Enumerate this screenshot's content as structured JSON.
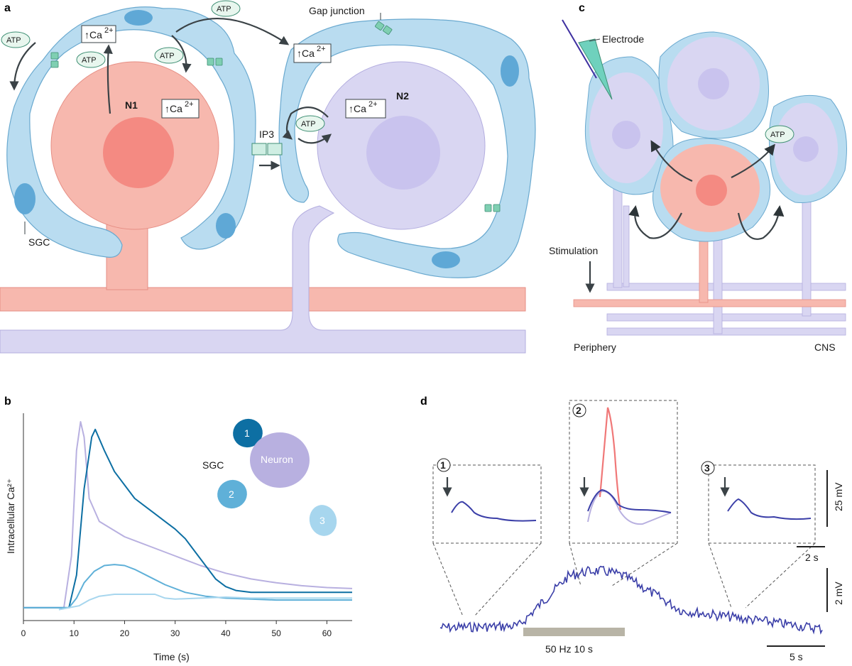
{
  "colors": {
    "sgc_fill": "#b9dcf0",
    "sgc_stroke": "#6aa9cf",
    "sgc_nucleus": "#5fa8d6",
    "neuron1_fill": "#f7b8ae",
    "neuron1_nucleus": "#f48a82",
    "neuron2_fill": "#d9d6f2",
    "neuron2_nucleus": "#c9c3ee",
    "gap_junction": "#7fcfb2",
    "trace_dark": "#0d6fa3",
    "trace_mid": "#5fb0d8",
    "trace_light": "#a7d6ee",
    "trace_lavender": "#b8b0e0",
    "trace_blue": "#3b3fa8",
    "trace_red": "#f07878",
    "stim_bar": "#b8b4a6"
  },
  "panel_a": {
    "panel_label": "a",
    "neuron1_label": "N1",
    "neuron2_label": "N2",
    "sgc_label": "SGC",
    "gap_junction_label": "Gap junction",
    "ip3_label": "IP3",
    "atp_label": "ATP",
    "ca_label": "↑Ca",
    "ca_sup": "2+"
  },
  "panel_b": {
    "panel_label": "b",
    "sgc_label": "SGC",
    "neuron_label": "Neuron",
    "cell_labels": [
      "1",
      "2",
      "3"
    ]
  },
  "panel_c": {
    "panel_label": "c",
    "electrode_label": "Electrode",
    "atp_label": "ATP",
    "stimulation_label": "Stimulation",
    "periphery_label": "Periphery",
    "cns_label": "CNS"
  },
  "panel_d": {
    "panel_label": "d",
    "inset_labels": [
      "1",
      "2",
      "3"
    ],
    "stim_label": "50 Hz 10 s",
    "scale_25mv": "25 mV",
    "scale_2s": "2 s",
    "scale_2mv": "2 mV",
    "scale_5s": "5 s"
  },
  "chart_data": {
    "type": "line",
    "xlabel": "Time (s)",
    "ylabel": "Intracellular Ca²⁺",
    "xlim": [
      0,
      65
    ],
    "xticks": [
      0,
      10,
      20,
      30,
      40,
      50,
      60
    ],
    "series": [
      {
        "name": "Neuron",
        "color": "#b8b0e0",
        "x": [
          0,
          8,
          9.5,
          10.5,
          11.3,
          12,
          13,
          15,
          20,
          25,
          30,
          35,
          40,
          45,
          50,
          55,
          60,
          65
        ],
        "y": [
          0.03,
          0.03,
          0.3,
          0.85,
          1.0,
          0.92,
          0.6,
          0.48,
          0.4,
          0.35,
          0.3,
          0.25,
          0.21,
          0.18,
          0.16,
          0.145,
          0.135,
          0.13
        ]
      },
      {
        "name": "1",
        "color": "#0d6fa3",
        "x": [
          0,
          9,
          10.5,
          12,
          13.5,
          14.2,
          16,
          18,
          20,
          22,
          24,
          26,
          28,
          30,
          32,
          34,
          36,
          38,
          40,
          42,
          45,
          50,
          55,
          60,
          65
        ],
        "y": [
          0.03,
          0.03,
          0.2,
          0.65,
          0.92,
          0.96,
          0.85,
          0.74,
          0.67,
          0.6,
          0.56,
          0.52,
          0.48,
          0.44,
          0.39,
          0.32,
          0.25,
          0.18,
          0.14,
          0.12,
          0.11,
          0.11,
          0.11,
          0.11,
          0.11
        ]
      },
      {
        "name": "2",
        "color": "#5fb0d8",
        "x": [
          0,
          9,
          10.5,
          12,
          14,
          16,
          18,
          20,
          22,
          25,
          28,
          32,
          36,
          40,
          45,
          50,
          55,
          60,
          65
        ],
        "y": [
          0.03,
          0.03,
          0.08,
          0.16,
          0.22,
          0.25,
          0.255,
          0.25,
          0.23,
          0.19,
          0.15,
          0.11,
          0.09,
          0.08,
          0.075,
          0.07,
          0.07,
          0.07,
          0.07
        ]
      },
      {
        "name": "3",
        "color": "#a7d6ee",
        "x": [
          7,
          9,
          11,
          13,
          15,
          18,
          22,
          26,
          28,
          30,
          35,
          40,
          45,
          50,
          55,
          60,
          65
        ],
        "y": [
          0.02,
          0.03,
          0.04,
          0.07,
          0.09,
          0.1,
          0.1,
          0.1,
          0.08,
          0.075,
          0.08,
          0.085,
          0.08,
          0.08,
          0.08,
          0.08,
          0.08
        ]
      }
    ]
  }
}
